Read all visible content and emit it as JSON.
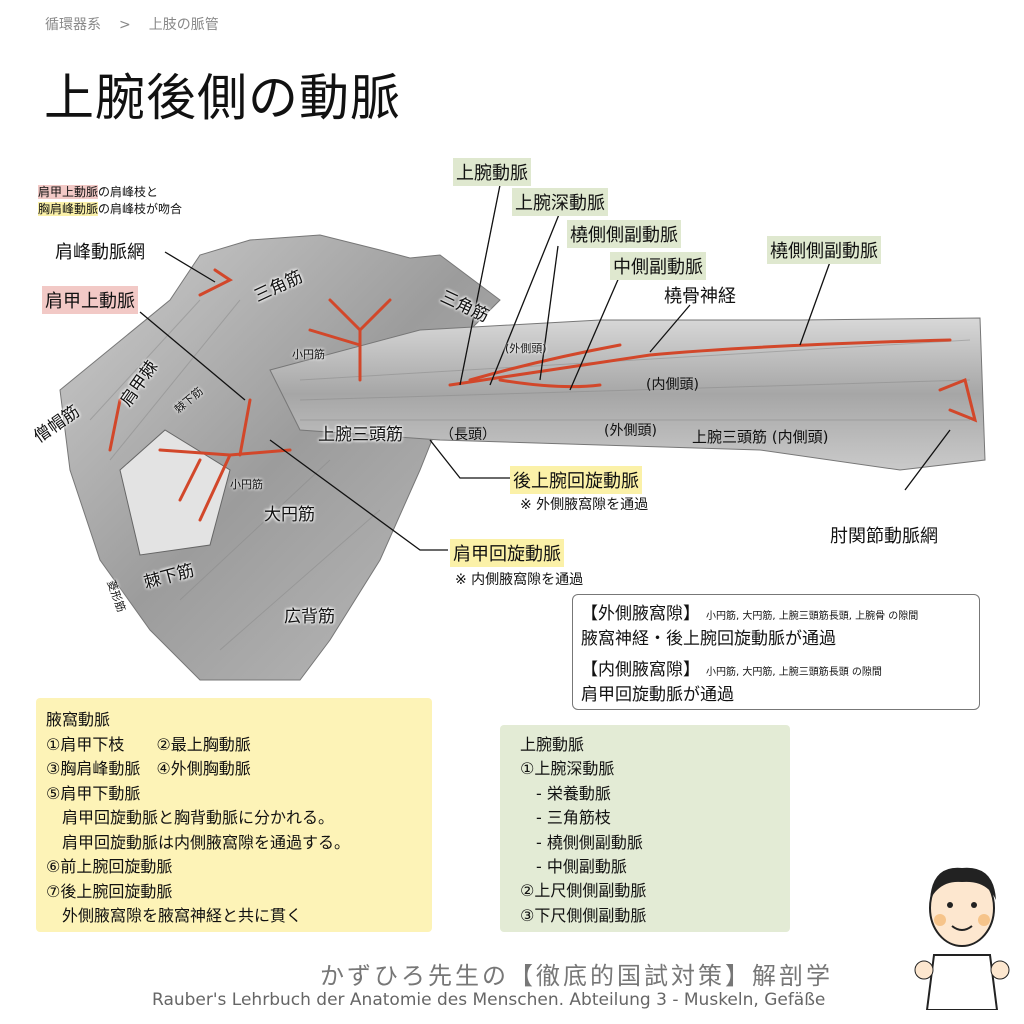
{
  "breadcrumb": [
    "循環器系",
    ">",
    "上肢の脈管"
  ],
  "title": "上腕後側の動脈",
  "note": {
    "part1_hl": "肩甲上動脈",
    "part1": "の肩峰枝と",
    "part2_hl": "胸肩峰動脈",
    "part2": "の肩峰枝が吻合"
  },
  "labels": {
    "acromial_network": "肩峰動脈網",
    "suprascapular_artery": "肩甲上動脈",
    "brachial_artery": "上腕動脈",
    "deep_brachial_artery": "上腕深動脈",
    "radial_collateral_artery": "橈側側副動脈",
    "middle_collateral_artery": "中側副動脈",
    "radial_nerve": "橈骨神経",
    "radial_collateral_artery_2": "橈側側副動脈",
    "posterior_circumflex_humeral": "後上腕回旋動脈",
    "posterior_circumflex_note": "※ 外側腋窩隙を通過",
    "circumflex_scapular": "肩甲回旋動脈",
    "circumflex_scapular_note": "※ 内側腋窩隙を通過",
    "elbow_network": "肘関節動脈網"
  },
  "muscles": {
    "deltoid_1": "三角筋",
    "deltoid_2": "三角筋",
    "spine": "肩甲棘",
    "infraspinatus_small": "棘下筋",
    "teres_minor_1": "小円筋",
    "trapezius": "僧帽筋",
    "triceps_long": "上腕三頭筋",
    "long_head": "（長頭）",
    "teres_minor_2": "小円筋",
    "teres_major": "大円筋",
    "infraspinatus": "棘下筋",
    "rhomboid": "菱形筋",
    "latissimus": "広背筋",
    "lateral_head_1": "(外側頭)",
    "medial_head": "(内側頭)",
    "lateral_head_2": "(外側頭)",
    "triceps_medial": "上腕三頭筋 (内側頭)"
  },
  "spaces_box": {
    "lateral_title": "【外側腋窩隙】",
    "lateral_desc": "小円筋, 大円筋, 上腕三頭筋長頭, 上腕骨 の隙間",
    "lateral_pass": "腋窩神経・後上腕回旋動脈が通過",
    "medial_title": "【内側腋窩隙】",
    "medial_desc": "小円筋, 大円筋, 上腕三頭筋長頭 の隙間",
    "medial_pass": "肩甲回旋動脈が通過"
  },
  "axillary_box": [
    "腋窩動脈",
    "①肩甲下枝　　②最上胸動脈",
    "③胸肩峰動脈　④外側胸動脈",
    "⑤肩甲下動脈",
    "　肩甲回旋動脈と胸背動脈に分かれる。",
    "　肩甲回旋動脈は内側腋窩隙を通過する。",
    "⑥前上腕回旋動脈",
    "⑦後上腕回旋動脈",
    "　外側腋窩隙を腋窩神経と共に貫く"
  ],
  "brachial_box": [
    "上腕動脈",
    "①上腕深動脈",
    "　- 栄養動脈",
    "　- 三角筋枝",
    "　- 橈側側副動脈",
    "　- 中側副動脈",
    "②上尺側側副動脈",
    "③下尺側側副動脈"
  ],
  "footer": {
    "series": "かずひろ先生の【徹底的国試対策】解剖学",
    "source": "Rauber's Lehrbuch der Anatomie des Menschen. Abteilung 3 - Muskeln, Gefäße"
  },
  "colors": {
    "artery": "#d2472a",
    "pink": "#f2c9c6",
    "yellow": "#fbf1a8",
    "green": "#dfe8cf",
    "muscle": "#a9a9a9"
  }
}
